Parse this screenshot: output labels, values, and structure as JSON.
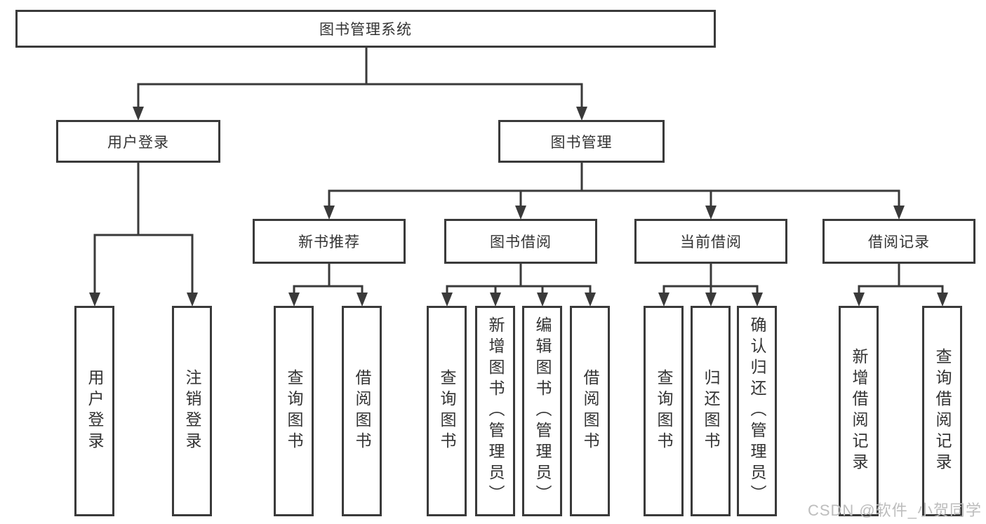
{
  "diagram": {
    "type": "tree",
    "nodes": [
      {
        "id": "root",
        "label": "图书管理系统",
        "children": [
          "user-login",
          "book-mgmt"
        ]
      },
      {
        "id": "user-login",
        "label": "用户登录",
        "children": [
          "user-login-leaf",
          "logout-leaf"
        ]
      },
      {
        "id": "book-mgmt",
        "label": "图书管理",
        "children": [
          "new-book-rec",
          "book-borrow",
          "current-borrow",
          "borrow-records"
        ]
      },
      {
        "id": "new-book-rec",
        "label": "新书推荐",
        "children": [
          "query-books-1",
          "borrow-books-1"
        ]
      },
      {
        "id": "book-borrow",
        "label": "图书借阅",
        "children": [
          "query-books-2",
          "add-book-admin",
          "edit-book-admin",
          "borrow-books-2"
        ]
      },
      {
        "id": "current-borrow",
        "label": "当前借阅",
        "children": [
          "query-books-3",
          "return-books",
          "confirm-return-admin"
        ]
      },
      {
        "id": "borrow-records",
        "label": "借阅记录",
        "children": [
          "add-borrow-record",
          "query-borrow-record"
        ]
      },
      {
        "id": "user-login-leaf",
        "label": "用户登录",
        "children": []
      },
      {
        "id": "logout-leaf",
        "label": "注销登录",
        "children": []
      },
      {
        "id": "query-books-1",
        "label": "查询图书",
        "children": []
      },
      {
        "id": "borrow-books-1",
        "label": "借阅图书",
        "children": []
      },
      {
        "id": "query-books-2",
        "label": "查询图书",
        "children": []
      },
      {
        "id": "add-book-admin",
        "label": "新增图书（管理员）",
        "children": []
      },
      {
        "id": "edit-book-admin",
        "label": "编辑图书（管理员）",
        "children": []
      },
      {
        "id": "borrow-books-2",
        "label": "借阅图书",
        "children": []
      },
      {
        "id": "query-books-3",
        "label": "查询图书",
        "children": []
      },
      {
        "id": "return-books",
        "label": "归还图书",
        "children": []
      },
      {
        "id": "confirm-return-admin",
        "label": "确认归还（管理员）",
        "children": []
      },
      {
        "id": "add-borrow-record",
        "label": "新增借阅记录",
        "children": []
      },
      {
        "id": "query-borrow-record",
        "label": "查询借阅记录",
        "children": []
      }
    ]
  },
  "watermark": {
    "text": "CSDN @软件_小贺同学"
  },
  "colors": {
    "line": "#3a3a3a",
    "text": "#333333",
    "background": "#ffffff",
    "watermark": "#bdbdbd"
  }
}
